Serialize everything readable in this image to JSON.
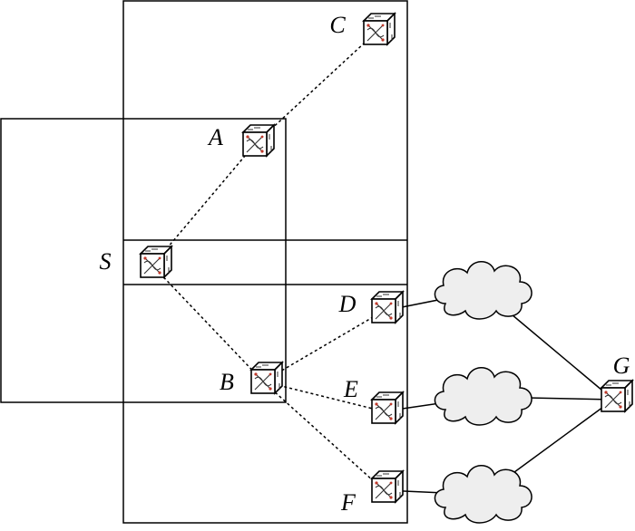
{
  "colors": {
    "line": "#000000",
    "cloud_fill": "#eeeeee",
    "cube_top": "#ffffff",
    "cube_side": "#ffffff",
    "cube_accent": "#c0392b",
    "background": "#ffffff"
  },
  "icons": {
    "switch": "network-switch-icon",
    "cloud": "cloud-icon"
  },
  "nodes": {
    "C": {
      "label": "C"
    },
    "A": {
      "label": "A"
    },
    "S": {
      "label": "S"
    },
    "D": {
      "label": "D"
    },
    "B": {
      "label": "B"
    },
    "E": {
      "label": "E"
    },
    "F": {
      "label": "F"
    },
    "G": {
      "label": "G"
    }
  },
  "links": [
    {
      "from": "S",
      "to": "A",
      "style": "dotted"
    },
    {
      "from": "A",
      "to": "C",
      "style": "dotted"
    },
    {
      "from": "S",
      "to": "B",
      "style": "dotted"
    },
    {
      "from": "B",
      "to": "D",
      "style": "dotted"
    },
    {
      "from": "B",
      "to": "E",
      "style": "dotted"
    },
    {
      "from": "B",
      "to": "F",
      "style": "dotted"
    },
    {
      "from": "D",
      "to": "cloud-1",
      "style": "solid"
    },
    {
      "from": "E",
      "to": "cloud-2",
      "style": "solid"
    },
    {
      "from": "F",
      "to": "cloud-3",
      "style": "solid"
    },
    {
      "from": "cloud-1",
      "to": "G",
      "style": "solid"
    },
    {
      "from": "cloud-2",
      "to": "G",
      "style": "solid"
    },
    {
      "from": "cloud-3",
      "to": "G",
      "style": "solid"
    }
  ]
}
